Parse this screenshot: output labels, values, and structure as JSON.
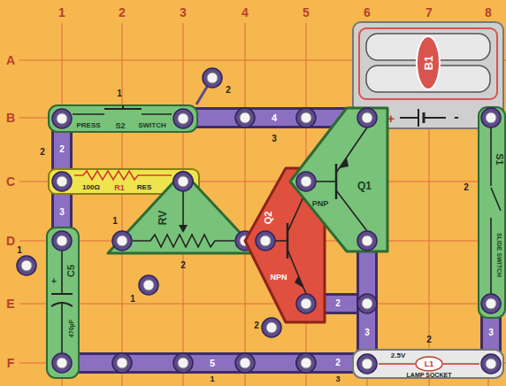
{
  "diagram": {
    "nodes": [
      {
        "text": [
          "B1",
          "+",
          "-"
        ]
      },
      {
        "text": [
          "PRESS",
          "S2",
          "SWITCH"
        ]
      },
      {
        "text": [
          "100Ω",
          "R1",
          "RES"
        ]
      },
      {
        "text": [
          "RV"
        ]
      },
      {
        "text": [
          "+",
          "C5",
          "470μF"
        ]
      },
      {
        "text": [
          "NPN",
          "Q2"
        ]
      },
      {
        "text": [
          "PNP",
          "Q1"
        ]
      },
      {
        "text": [
          "S1",
          "SLIDE SWITCH"
        ]
      },
      {
        "text": [
          "2.5V",
          "L1",
          "LAMP SOCKET"
        ]
      }
    ],
    "labels": [
      "1",
      "2",
      "3",
      "4",
      "5",
      "6",
      "7",
      "8",
      "A",
      "B",
      "C",
      "D",
      "E",
      "F",
      "1",
      "2",
      "4",
      "3",
      "2",
      "2",
      "3",
      "1",
      "1",
      "2",
      "1",
      "2",
      "5",
      "2",
      "2",
      "3",
      "3",
      "2",
      "2",
      "1",
      "3"
    ]
  }
}
